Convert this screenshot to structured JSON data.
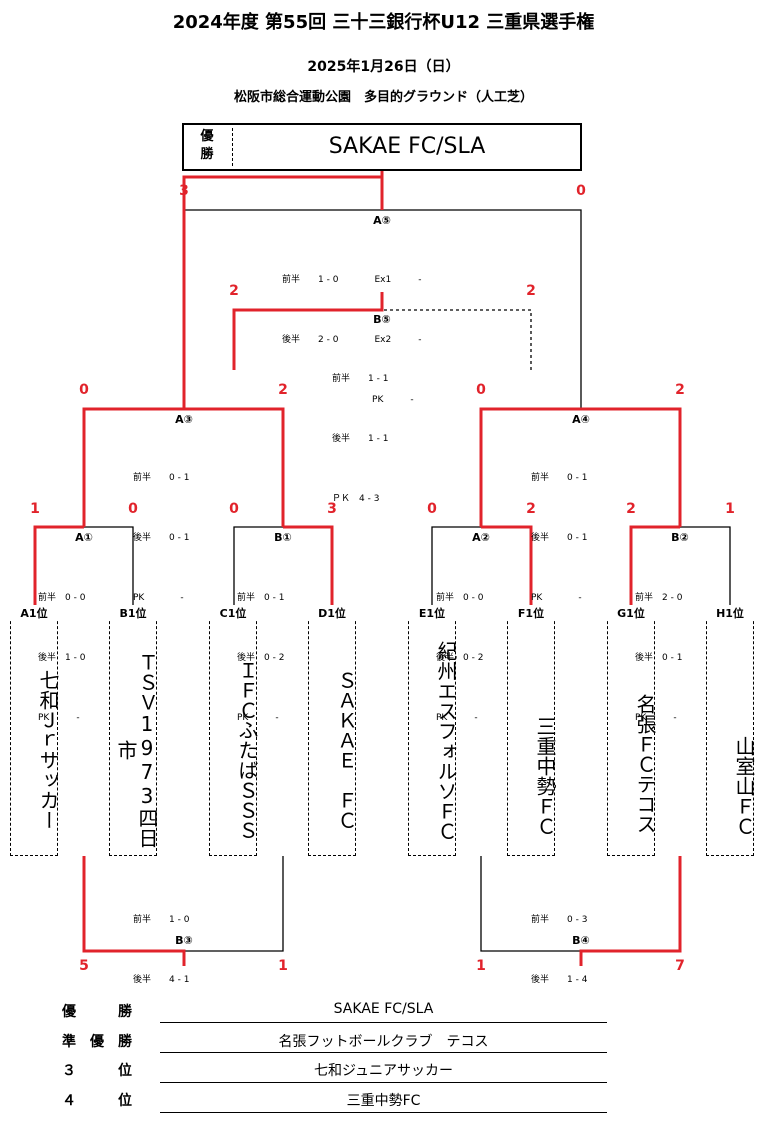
{
  "header": {
    "title": "2024年度 第55回 三十三銀行杯U12 三重県選手権",
    "date": "2025年1月26日（日）",
    "venue": "松阪市総合運動公園　多目的グラウンド（人工芝）"
  },
  "champion": {
    "label": "優勝",
    "name": "SAKAE FC/SLA"
  },
  "teams": [
    {
      "seed": "A1位",
      "name": "七和Ｊｒサッカー"
    },
    {
      "seed": "B1位",
      "name": "ＴＳＶ1973四日市"
    },
    {
      "seed": "C1位",
      "name": "ＩＦＣふたばＳＳＳ"
    },
    {
      "seed": "D1位",
      "name": "ＳＡＫＡＥ　ＦＣ"
    },
    {
      "seed": "E1位",
      "name": "紀州エスフォルソＦＣ"
    },
    {
      "seed": "F1位",
      "name": "三重中勢ＦＣ"
    },
    {
      "seed": "G1位",
      "name": "名張ＦＣテコス"
    },
    {
      "seed": "H1位",
      "name": "山室山ＦＣ"
    }
  ],
  "matches": {
    "A1": {
      "label": "A①",
      "left": "1",
      "right": "0",
      "h1": "前半",
      "h1s": "0 - 0",
      "h2": "後半",
      "h2s": "1 - 0",
      "pk": "PK",
      "pks": "-"
    },
    "B1": {
      "label": "B①",
      "left": "0",
      "right": "3",
      "h1": "前半",
      "h1s": "0 - 1",
      "h2": "後半",
      "h2s": "0 - 2",
      "pk": "PK",
      "pks": "-"
    },
    "A2": {
      "label": "A②",
      "left": "0",
      "right": "2",
      "h1": "前半",
      "h1s": "0 - 0",
      "h2": "後半",
      "h2s": "0 - 2",
      "pk": "PK",
      "pks": "-"
    },
    "B2": {
      "label": "B②",
      "left": "2",
      "right": "1",
      "h1": "前半",
      "h1s": "2 - 0",
      "h2": "後半",
      "h2s": "0 - 1",
      "pk": "PK",
      "pks": "-"
    },
    "A3": {
      "label": "A③",
      "left": "0",
      "right": "2",
      "h1": "前半",
      "h1s": "0 - 1",
      "h2": "後半",
      "h2s": "0 - 1",
      "pk": "PK",
      "pks": "-"
    },
    "A4": {
      "label": "A④",
      "left": "0",
      "right": "2",
      "h1": "前半",
      "h1s": "0 - 1",
      "h2": "後半",
      "h2s": "0 - 1",
      "pk": "PK",
      "pks": "-"
    },
    "A5": {
      "label": "A⑤",
      "left": "3",
      "right": "0",
      "h1": "前半",
      "h1s": "1 - 0",
      "h2": "後半",
      "h2s": "2 - 0",
      "ex1": "Ex1",
      "ex1s": "-",
      "ex2": "Ex2",
      "ex2s": "-",
      "pk": "PK",
      "pks": "-"
    },
    "B5": {
      "label": "B⑤",
      "left": "2",
      "right": "2",
      "h1": "前半",
      "h1s": "1 - 1",
      "h2": "後半",
      "h2s": "1 - 1",
      "pk": "ＰＫ",
      "pks": "4 - 3"
    },
    "B3": {
      "label": "B③",
      "left": "5",
      "right": "1",
      "h1": "前半",
      "h1s": "1 - 0",
      "h2": "後半",
      "h2s": "4 - 1"
    },
    "B4": {
      "label": "B④",
      "left": "1",
      "right": "7",
      "h1": "前半",
      "h1s": "0 - 3",
      "h2": "後半",
      "h2s": "1 - 4"
    }
  },
  "results": [
    {
      "rank": "優　　　勝",
      "team": "SAKAE FC/SLA"
    },
    {
      "rank": "準　優　勝",
      "team": "名張フットボールクラブ　テコス"
    },
    {
      "rank": "３　　　位",
      "team": "七和ジュニアサッカー"
    },
    {
      "rank": "４　　　位",
      "team": "三重中勢FC"
    }
  ],
  "colors": {
    "winner_line": "#e1232b",
    "line": "#000000"
  }
}
